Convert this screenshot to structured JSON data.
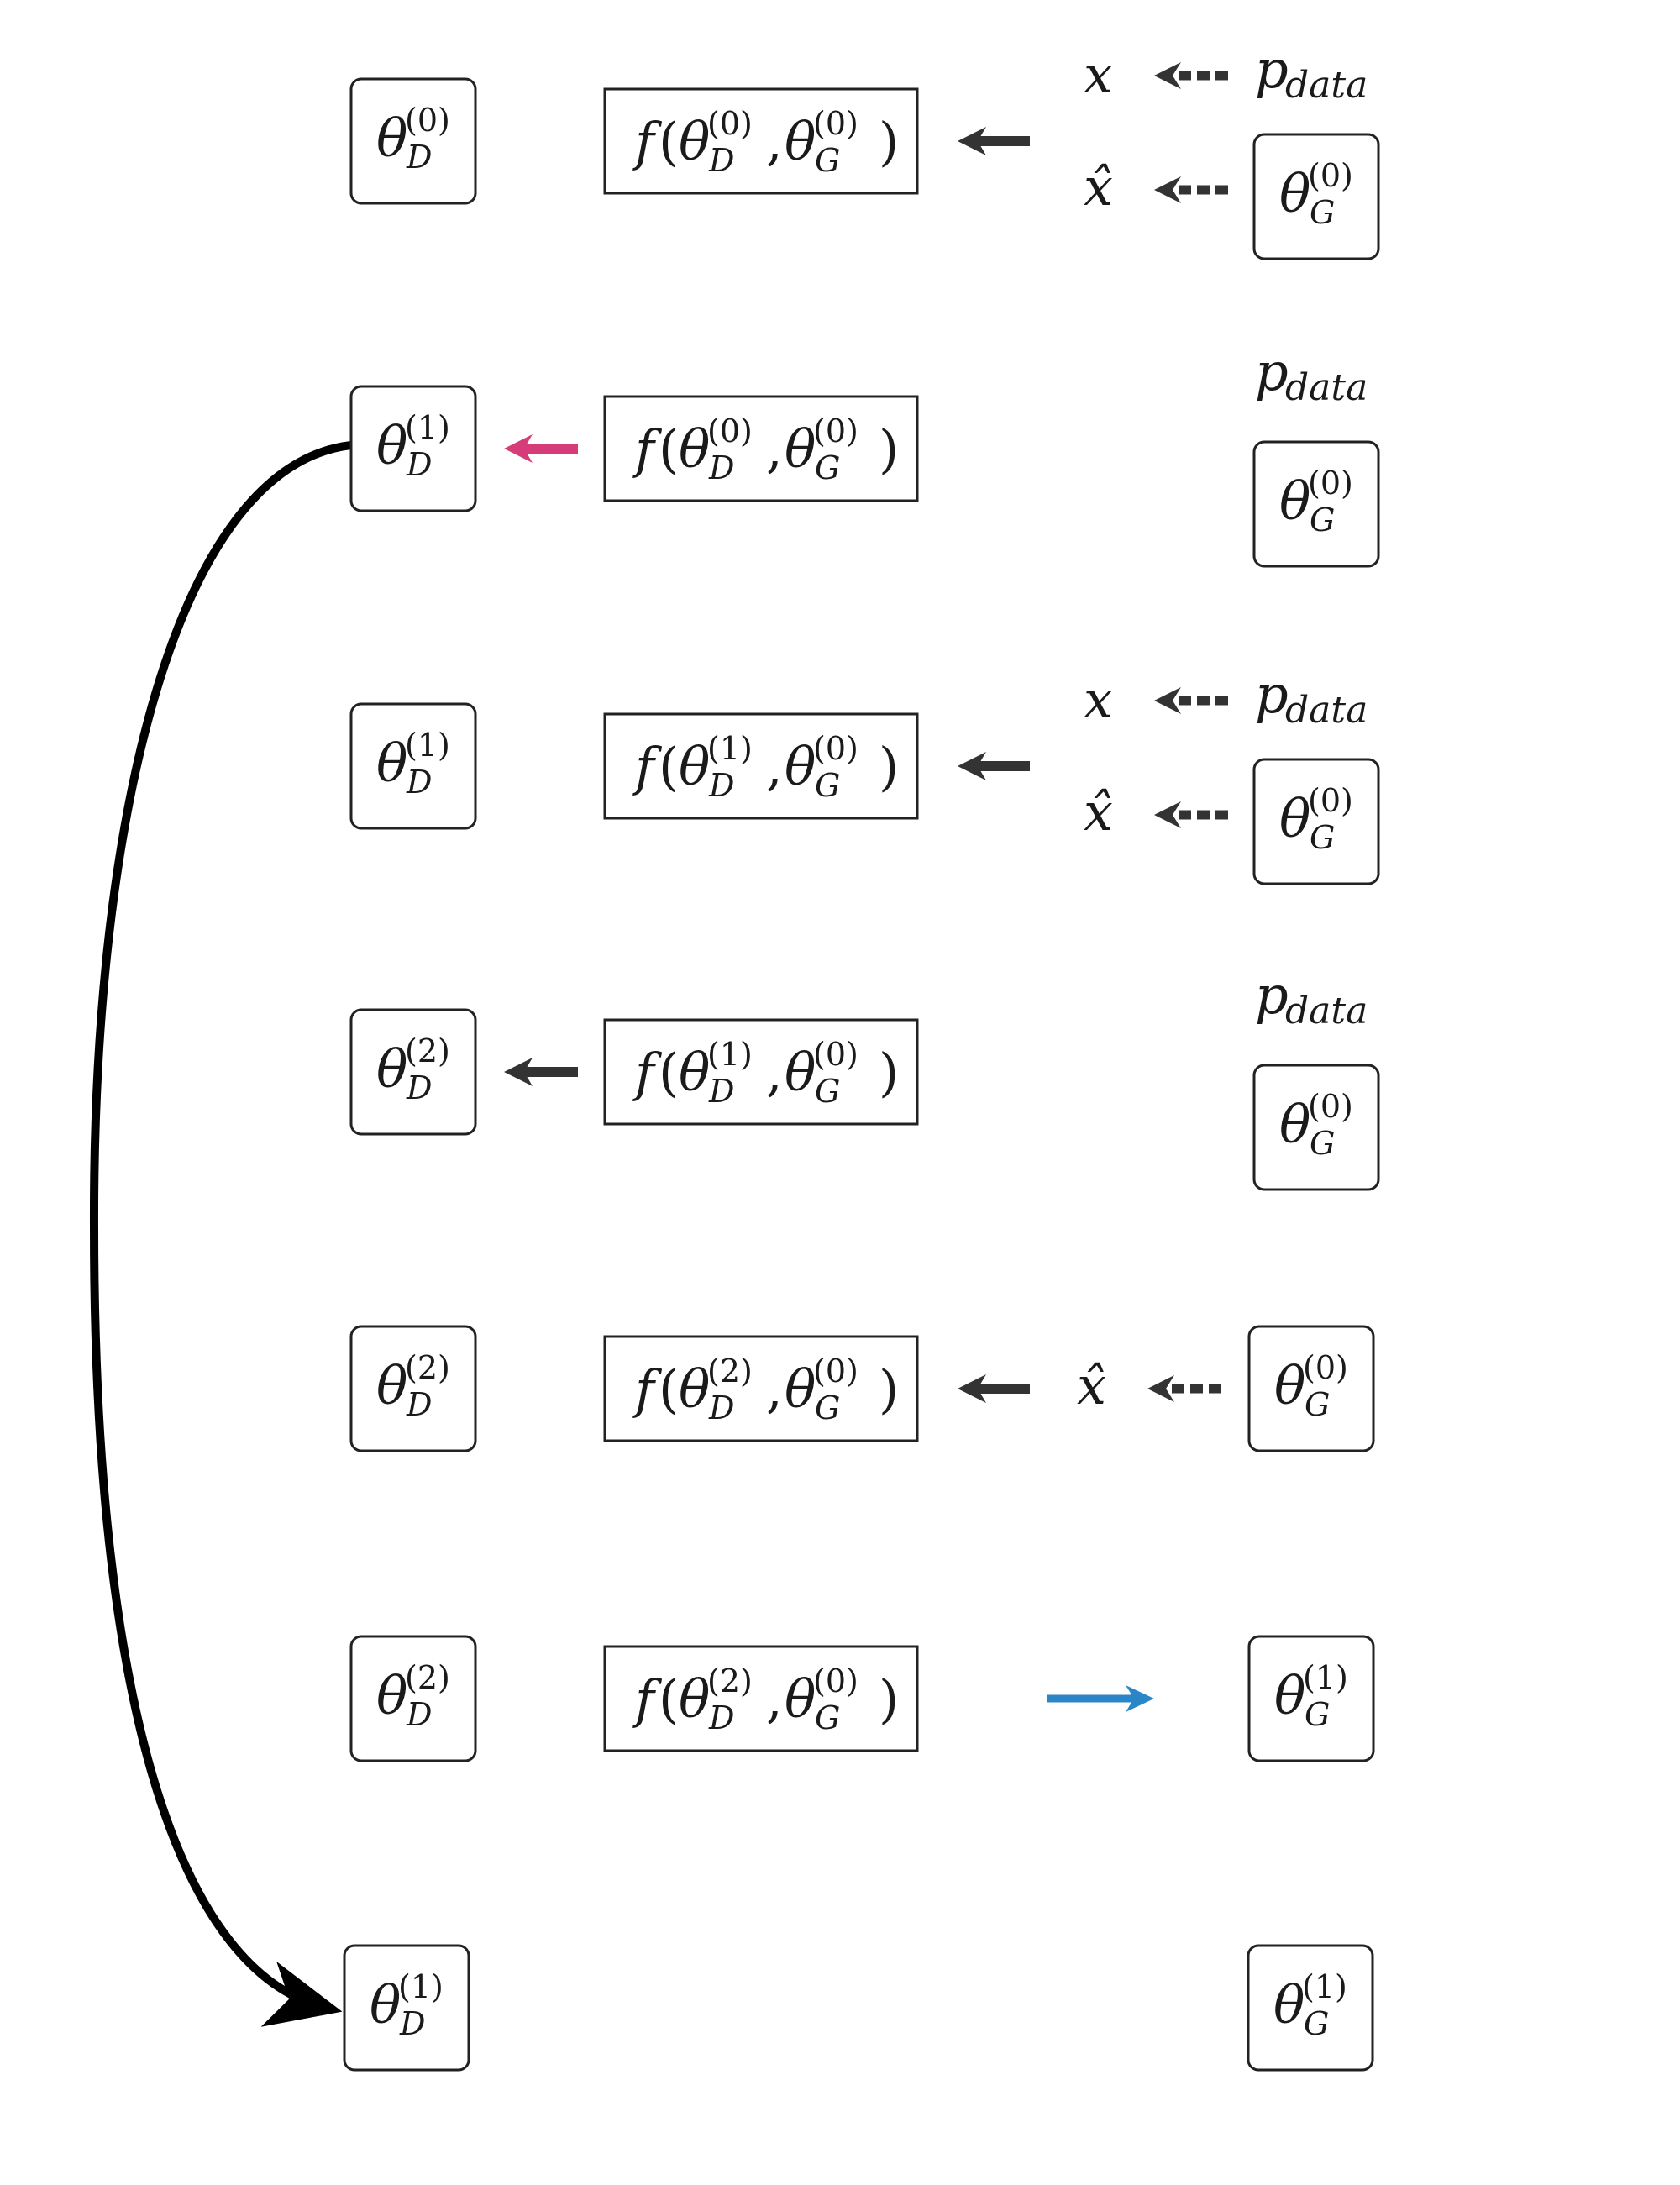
{
  "colors": {
    "ink": "#1a1a1a",
    "arrow_dark": "#333333",
    "arrow_pink": "#d63c78",
    "arrow_blue": "#2b86c8",
    "curve": "#000000"
  },
  "symbols": {
    "theta": "θ",
    "f": "f",
    "sub_D": "D",
    "sub_G": "G",
    "x": "x",
    "x_hat": "x̂",
    "p": "p",
    "data": "data"
  },
  "rows": [
    {
      "d_box": {
        "sup": "(0)"
      },
      "f_box": {
        "d_sup": "(0)",
        "g_sup": "(0)"
      },
      "in_arrow": "dark",
      "right": {
        "x_label": true,
        "p_data": true,
        "xhat_label": true,
        "g_box": {
          "sup": "(0)"
        }
      }
    },
    {
      "d_box": {
        "sup": "(1)"
      },
      "f_box": {
        "d_sup": "(0)",
        "g_sup": "(0)"
      },
      "out_arrow": "pink",
      "right": {
        "p_data": true,
        "g_box": {
          "sup": "(0)"
        }
      }
    },
    {
      "d_box": {
        "sup": "(1)"
      },
      "f_box": {
        "d_sup": "(1)",
        "g_sup": "(0)"
      },
      "in_arrow": "dark",
      "right": {
        "x_label": true,
        "p_data": true,
        "xhat_label": true,
        "g_box": {
          "sup": "(0)"
        }
      }
    },
    {
      "d_box": {
        "sup": "(2)"
      },
      "f_box": {
        "d_sup": "(1)",
        "g_sup": "(0)"
      },
      "out_arrow": "dark",
      "right": {
        "p_data": true,
        "g_box": {
          "sup": "(0)"
        }
      }
    },
    {
      "d_box": {
        "sup": "(2)"
      },
      "f_box": {
        "d_sup": "(2)",
        "g_sup": "(0)"
      },
      "in_arrow": "dark",
      "right": {
        "xhat_label": true,
        "g_box": {
          "sup": "(0)"
        }
      }
    },
    {
      "d_box": {
        "sup": "(2)"
      },
      "f_box": {
        "d_sup": "(2)",
        "g_sup": "(0)"
      },
      "update_arrow": "blue",
      "right": {
        "g_box": {
          "sup": "(1)"
        }
      }
    },
    {
      "d_box": {
        "sup": "(1)"
      },
      "right": {
        "g_box": {
          "sup": "(1)"
        }
      }
    }
  ],
  "curve": {
    "from_row": 1,
    "to_row": 6
  }
}
